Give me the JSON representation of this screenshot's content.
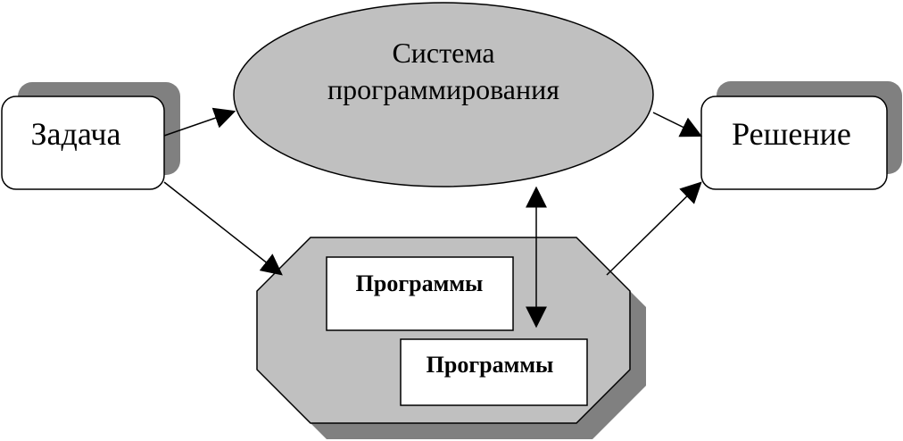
{
  "diagram": {
    "task": {
      "label": "Задача"
    },
    "system": {
      "line1": "Система",
      "line2": "программирования"
    },
    "solution": {
      "label": "Решение"
    },
    "programs": [
      {
        "label": "Программы"
      },
      {
        "label": "Программы"
      }
    ]
  },
  "colors": {
    "shape_fill": "#c0c0c0",
    "shadow": "#808080",
    "box_fill": "#ffffff",
    "stroke": "#000000"
  }
}
